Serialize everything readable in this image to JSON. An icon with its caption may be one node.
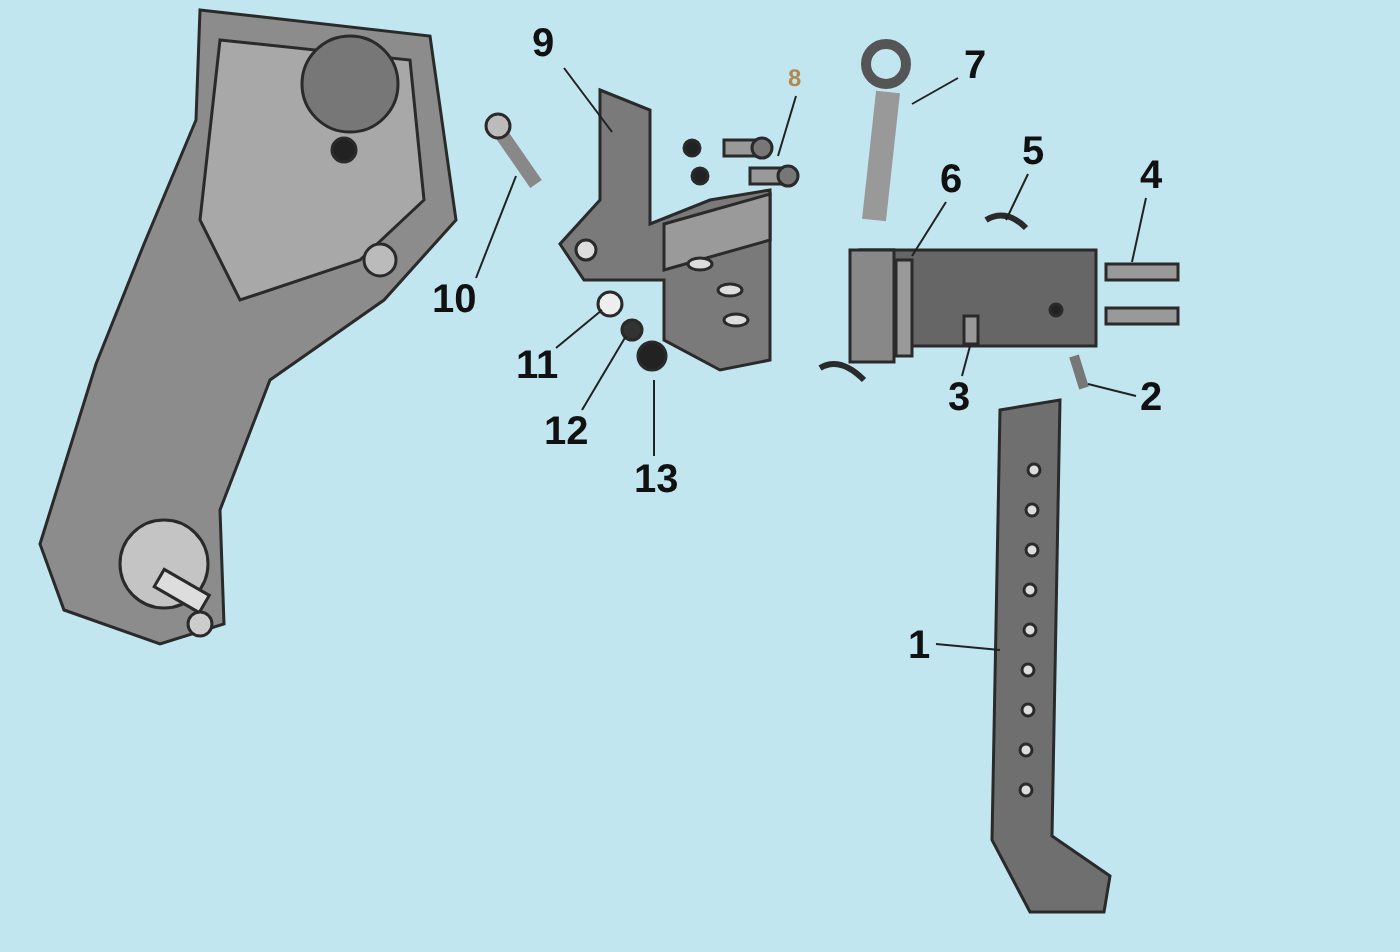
{
  "diagram": {
    "nodes": [
      {
        "text": [
          "9"
        ]
      },
      {
        "text": [
          "7"
        ]
      },
      {
        "text": [
          "8"
        ]
      },
      {
        "text": [
          "5"
        ]
      },
      {
        "text": [
          "4"
        ]
      },
      {
        "text": [
          "6"
        ]
      },
      {
        "text": [
          "10"
        ]
      },
      {
        "text": [
          "11"
        ]
      },
      {
        "text": [
          "3"
        ]
      },
      {
        "text": [
          "2"
        ]
      },
      {
        "text": [
          "12"
        ]
      },
      {
        "text": [
          "13"
        ]
      },
      {
        "text": [
          "1"
        ]
      }
    ],
    "edges": [
      {
        "from": 0,
        "to": null,
        "arrow": "none"
      },
      {
        "from": 1,
        "to": null,
        "arrow": "none"
      },
      {
        "from": 2,
        "to": null,
        "arrow": "none"
      },
      {
        "from": 3,
        "to": null,
        "arrow": "none"
      },
      {
        "from": 4,
        "to": null,
        "arrow": "none"
      },
      {
        "from": 5,
        "to": null,
        "arrow": "none"
      },
      {
        "from": 6,
        "to": null,
        "arrow": "none"
      },
      {
        "from": 7,
        "to": null,
        "arrow": "none"
      },
      {
        "from": 8,
        "to": null,
        "arrow": "none"
      },
      {
        "from": 9,
        "to": null,
        "arrow": "none"
      },
      {
        "from": 10,
        "to": null,
        "arrow": "none"
      },
      {
        "from": 11,
        "to": null,
        "arrow": "none"
      },
      {
        "from": 12,
        "to": null,
        "arrow": "none"
      }
    ]
  }
}
